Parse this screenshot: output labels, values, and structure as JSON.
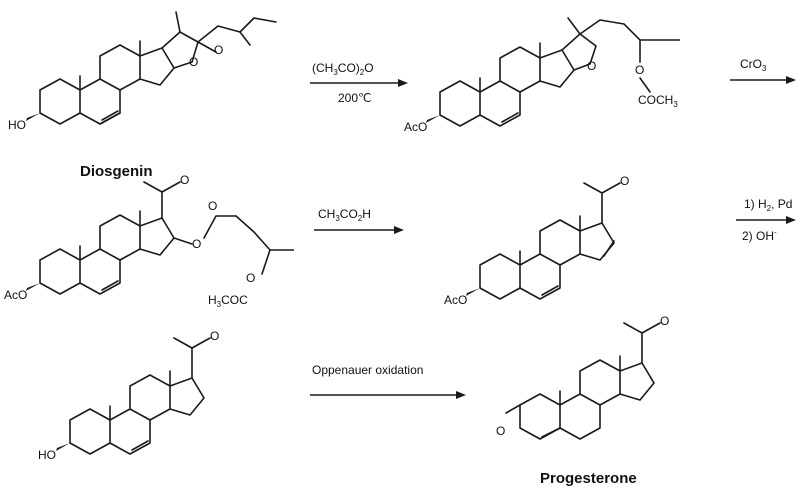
{
  "compounds": {
    "diosgenin": {
      "name": "Diosgenin",
      "ho": "HO",
      "o1": "O",
      "o2": "O"
    },
    "intermediate1": {
      "aco": "AcO",
      "o": "O",
      "o2": "O",
      "acetyl": "COCH",
      "acetyl_sub": "3"
    },
    "intermediate2": {
      "aco": "AcO",
      "o1": "O",
      "o2": "O",
      "o3": "O",
      "o4": "O",
      "h3coc_pre": "H",
      "h3coc_sub": "3",
      "h3coc_post": "COC"
    },
    "dienone": {
      "aco": "AcO",
      "o": "O"
    },
    "pregnenolone": {
      "ho": "HO",
      "o": "O"
    },
    "progesterone": {
      "name": "Progesterone",
      "o1": "O",
      "o2": "O"
    }
  },
  "reactions": {
    "r1": {
      "line1_pre": "(CH",
      "line1_sub1": "3",
      "line1_mid": "CO)",
      "line1_sub2": "2",
      "line1_post": "O",
      "line2": "200℃"
    },
    "r2": {
      "reagent_pre": "CrO",
      "reagent_sub": "3"
    },
    "r3": {
      "reagent_pre": "CH",
      "reagent_sub": "3",
      "reagent_post": "CO",
      "reagent_sub2": "2",
      "reagent_end": "H"
    },
    "r4": {
      "line1_pre": "1) H",
      "line1_sub": "2",
      "line1_post": ", Pd",
      "line2_pre": "2) OH",
      "line2_sup": "-"
    },
    "r5": {
      "label": "Oppenauer oxidation"
    }
  },
  "colors": {
    "ink": "#1a1a1a",
    "background": "#ffffff"
  }
}
